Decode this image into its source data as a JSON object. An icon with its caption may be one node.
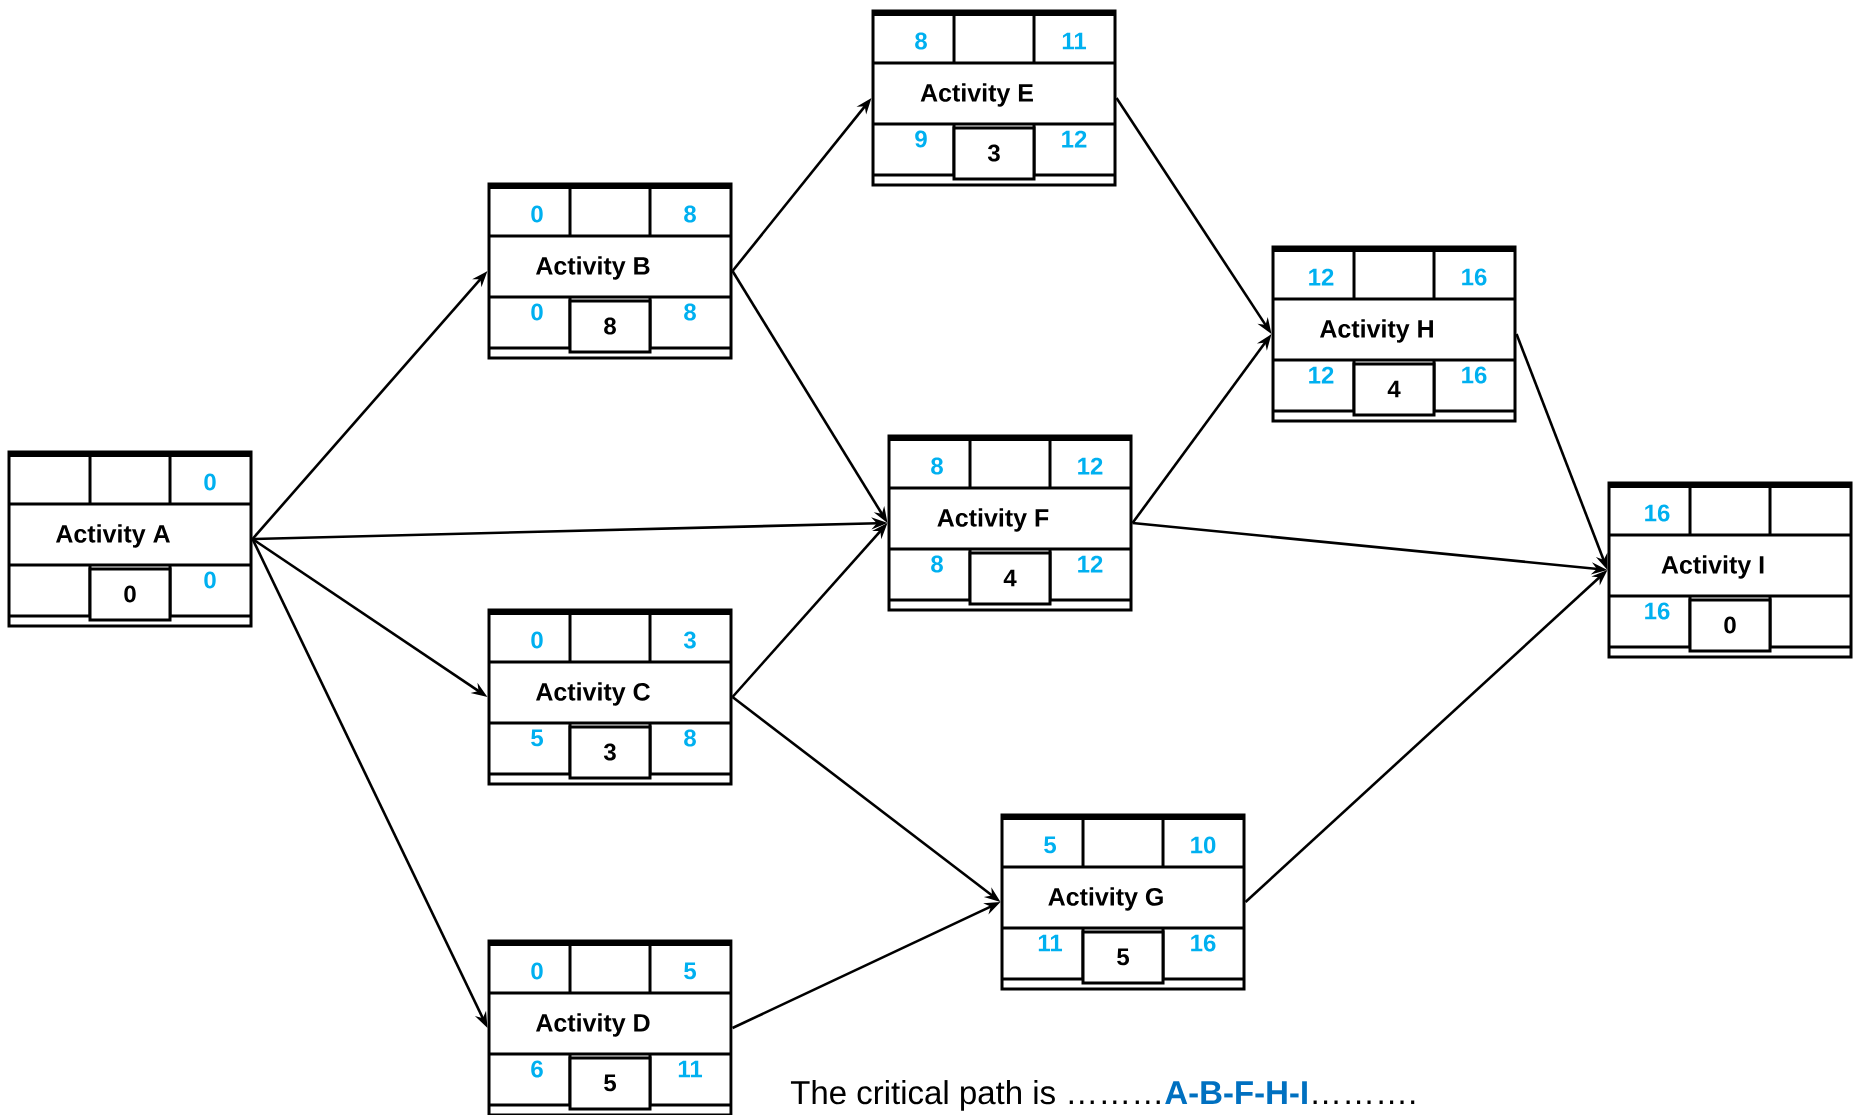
{
  "diagram": {
    "nodes": [
      {
        "text": [
          "0",
          "Activity A",
          "0",
          "0"
        ]
      },
      {
        "text": [
          "0",
          "8",
          "Activity B",
          "0",
          "8",
          "8"
        ]
      },
      {
        "text": [
          "0",
          "3",
          "Activity C",
          "5",
          "3",
          "8"
        ]
      },
      {
        "text": [
          "0",
          "5",
          "Activity D",
          "6",
          "5",
          "11"
        ]
      },
      {
        "text": [
          "8",
          "11",
          "Activity E",
          "9",
          "3",
          "12"
        ]
      },
      {
        "text": [
          "8",
          "12",
          "Activity F",
          "8",
          "4",
          "12"
        ]
      },
      {
        "text": [
          "5",
          "10",
          "Activity G",
          "11",
          "5",
          "16"
        ]
      },
      {
        "text": [
          "12",
          "16",
          "Activity H",
          "12",
          "4",
          "16"
        ]
      },
      {
        "text": [
          "16",
          "Activity I",
          "16",
          "0"
        ]
      }
    ],
    "edges": [
      {
        "from": 0,
        "to": 1,
        "arrow": "to"
      },
      {
        "from": 0,
        "to": 5,
        "arrow": "to"
      },
      {
        "from": 0,
        "to": 2,
        "arrow": "to"
      },
      {
        "from": 0,
        "to": 3,
        "arrow": "to"
      },
      {
        "from": 1,
        "to": 4,
        "arrow": "to"
      },
      {
        "from": 1,
        "to": 5,
        "arrow": "to"
      },
      {
        "from": 2,
        "to": 5,
        "arrow": "to"
      },
      {
        "from": 2,
        "to": 6,
        "arrow": "to"
      },
      {
        "from": 3,
        "to": 6,
        "arrow": "to"
      },
      {
        "from": 4,
        "to": 7,
        "arrow": "to"
      },
      {
        "from": 5,
        "to": 7,
        "arrow": "to"
      },
      {
        "from": 5,
        "to": 8,
        "arrow": "to"
      },
      {
        "from": 7,
        "to": 8,
        "arrow": "to"
      },
      {
        "from": 6,
        "to": 8,
        "arrow": "to"
      }
    ],
    "labels": [
      "The critical path is  ………**A-B-F-H-I**………."
    ]
  }
}
